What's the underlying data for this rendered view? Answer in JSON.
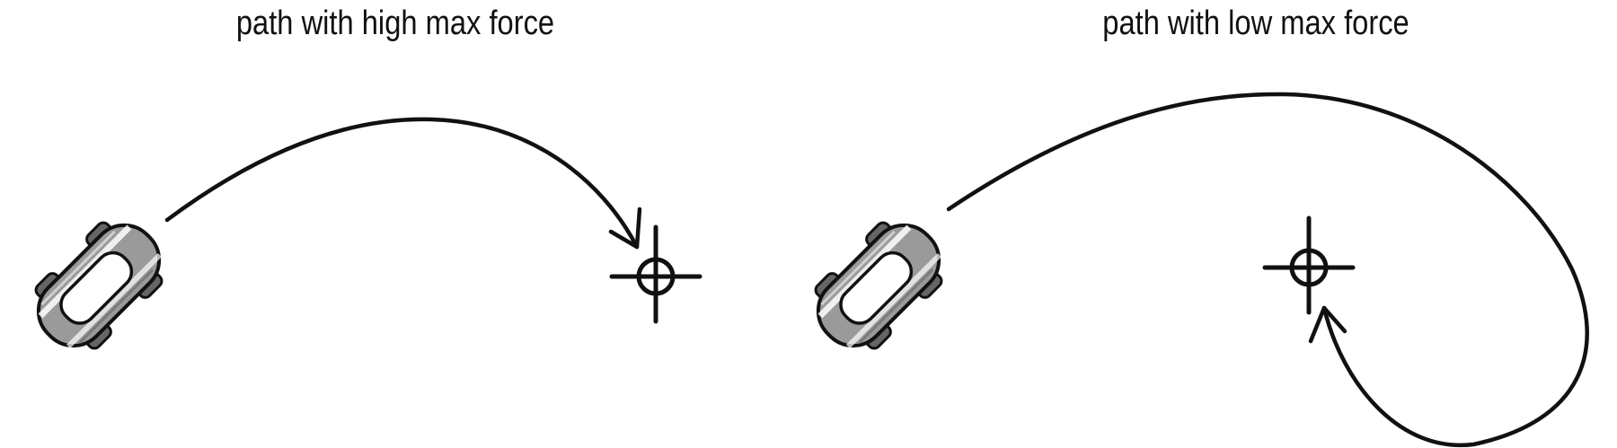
{
  "panels": [
    {
      "title": "path with high max force",
      "car_icon": "car-top-view-icon",
      "target_icon": "crosshair-target-icon",
      "path_shape": "short arc from car directly to target"
    },
    {
      "title": "path with low max force",
      "car_icon": "car-top-view-icon",
      "target_icon": "crosshair-target-icon",
      "path_shape": "wide loop overshooting target then curving back"
    }
  ],
  "colors": {
    "stroke": "#111111",
    "car_body": "#9a9a9a",
    "car_highlight": "#ffffff",
    "wheel": "#666666",
    "background": "#ffffff"
  }
}
